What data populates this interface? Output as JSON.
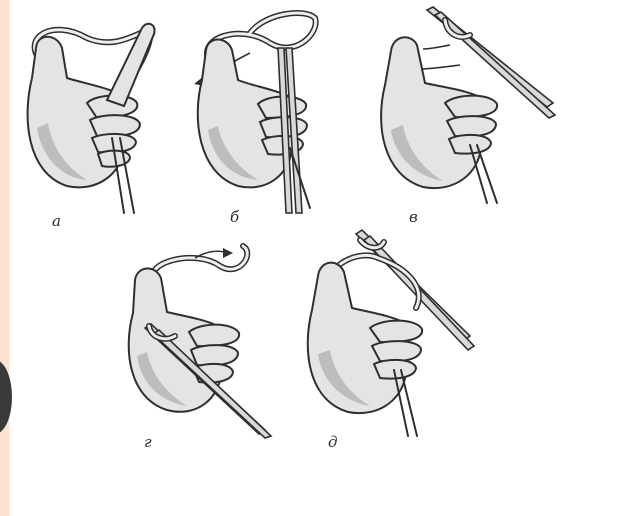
{
  "figures": [
    {
      "id": "a",
      "caption": "а"
    },
    {
      "id": "b",
      "caption": "б"
    },
    {
      "id": "v",
      "caption": "в"
    },
    {
      "id": "g",
      "caption": "г"
    },
    {
      "id": "d",
      "caption": "д"
    }
  ],
  "colors": {
    "background": "#ffffff",
    "left_strip": "#fbe3cf",
    "ink": "#2f2f2f",
    "skin": "#e4e4e4"
  }
}
